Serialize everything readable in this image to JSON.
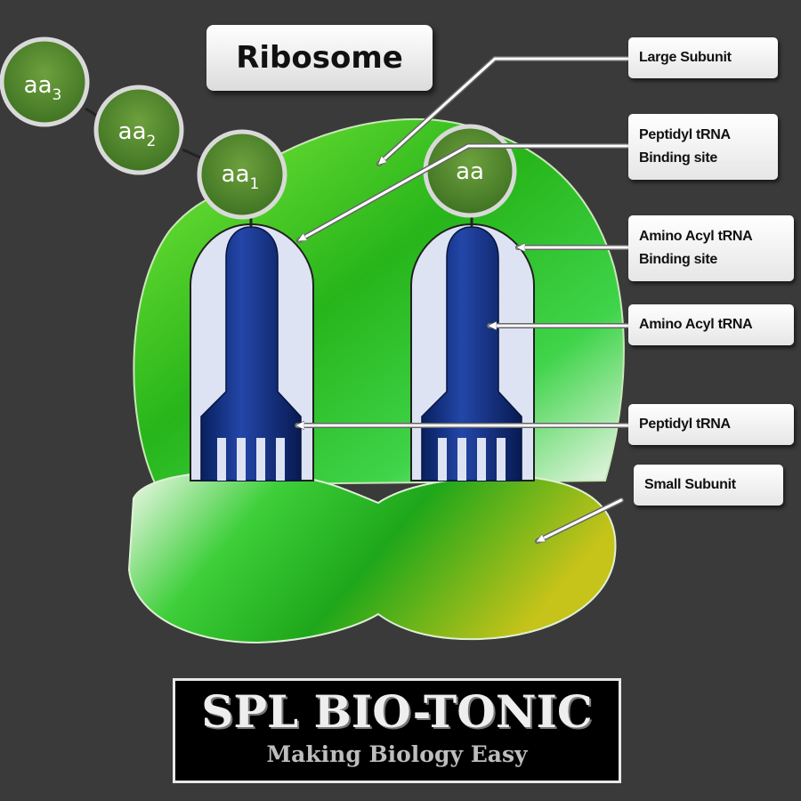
{
  "title": "Ribosome",
  "labels": {
    "large_subunit": "Large Subunit",
    "peptidyl_site_line1": "Peptidyl tRNA",
    "peptidyl_site_line2": "Binding site",
    "aminoacyl_site_line1": "Amino Acyl tRNA",
    "aminoacyl_site_line2": "Binding site",
    "aminoacyl_trna": "Amino Acyl tRNA",
    "peptidyl_trna": "Peptidyl tRNA",
    "small_subunit": "Small Subunit"
  },
  "amino_acids": {
    "aa3": {
      "base": "aa",
      "sub": "3"
    },
    "aa2": {
      "base": "aa",
      "sub": "2"
    },
    "aa1": {
      "base": "aa",
      "sub": "1"
    },
    "aa": {
      "base": "aa"
    }
  },
  "brand": {
    "name": "SPL BIO-TONIC",
    "tagline": "Making Biology Easy"
  },
  "colors": {
    "background": "#3a3a3a",
    "ribosome_green": "#2fbf1f",
    "trna_blue": "#0d2a7a",
    "amino_acid_green": "#4f8a2a"
  }
}
